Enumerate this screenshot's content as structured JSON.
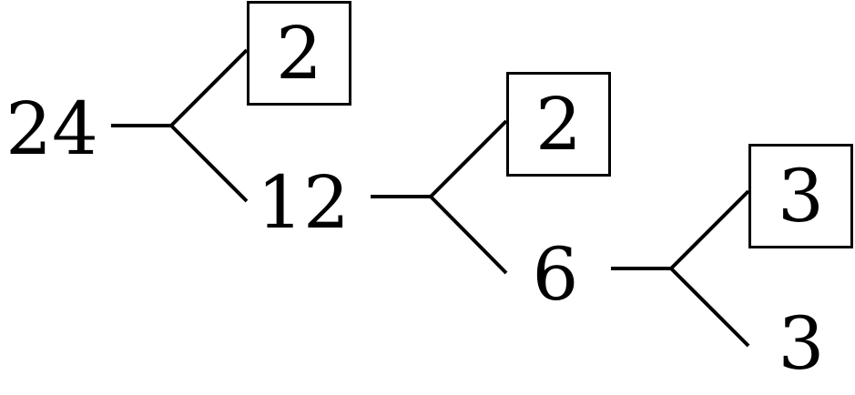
{
  "factor_tree": {
    "root": "24",
    "levels": [
      {
        "prime": "2",
        "remainder": "12"
      },
      {
        "prime": "2",
        "remainder": "6"
      },
      {
        "prime": "3",
        "remainder": "3"
      }
    ]
  }
}
